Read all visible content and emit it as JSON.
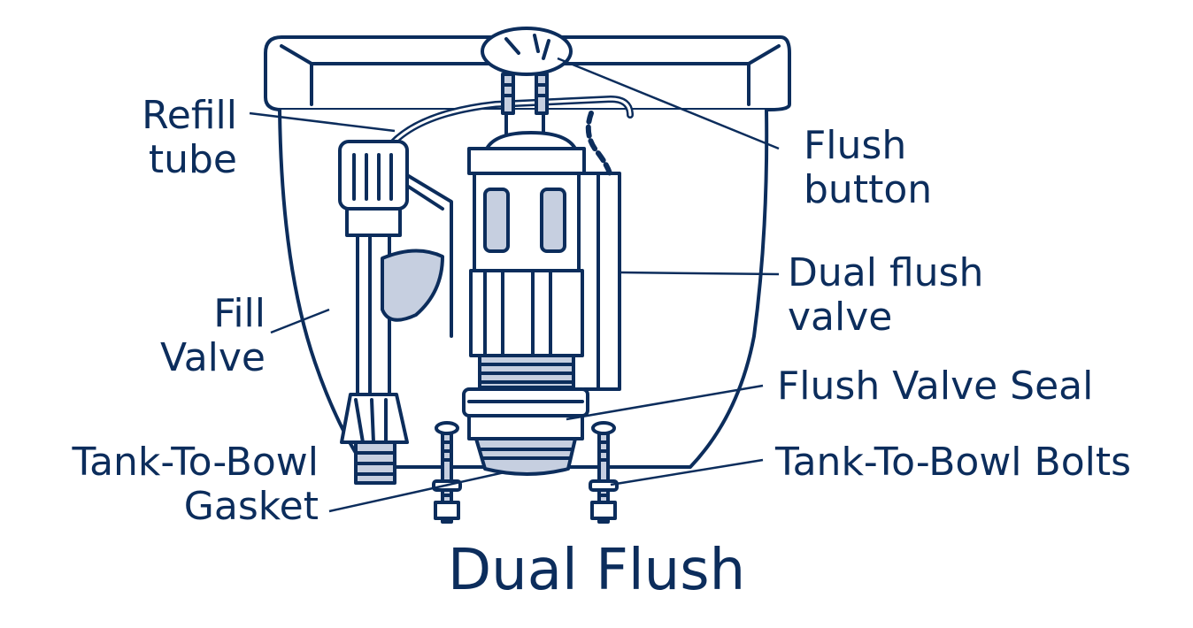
{
  "labels": {
    "refill_tube": [
      "Refill",
      "tube"
    ],
    "flush_button": [
      "Flush",
      "button"
    ],
    "dual_flush_valve": [
      "Dual flush",
      "valve"
    ],
    "fill_valve": [
      "Fill",
      "Valve"
    ],
    "flush_valve_seal": "Flush Valve Seal",
    "tank_to_bowl_gasket": [
      "Tank-To-Bowl",
      "Gasket"
    ],
    "tank_to_bowl_bolts": "Tank-To-Bowl Bolts"
  },
  "title": "Dual Flush",
  "colors": {
    "ink": "#0c2d5c",
    "highlight": "#c6cfe0",
    "background": "#ffffff"
  }
}
